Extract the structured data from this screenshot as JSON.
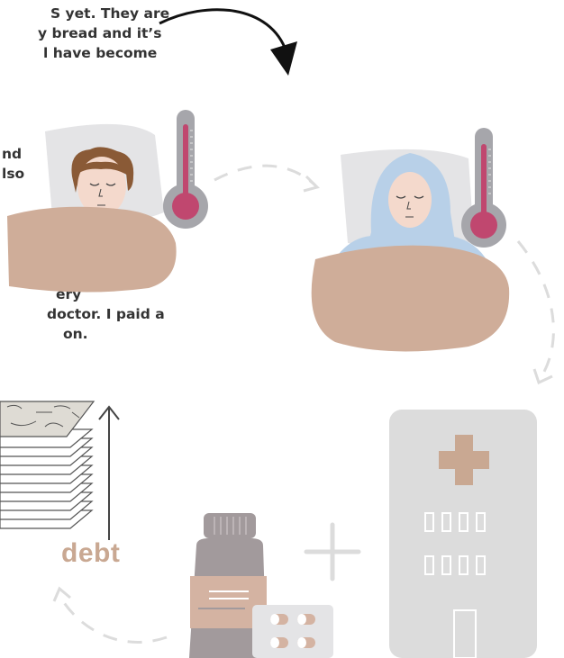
{
  "story": {
    "paragraph_1": [
      "S yet. They are",
      "y bread and it’s",
      "l have become"
    ],
    "paragraph_2": [
      "nd",
      "lso"
    ],
    "paragraph_3": [
      "ery",
      "doctor. I paid a",
      "on."
    ]
  },
  "labels": {
    "debt": "debt"
  },
  "colors": {
    "skin": "#f4d9cc",
    "blanket": "#cfad99",
    "pillow": "#e4e4e6",
    "hijab": "#b8d0e8",
    "hair": "#8a5a36",
    "thermometer_case": "#a6a6ab",
    "thermometer_fill": "#c0476f",
    "dashed_arrow": "#dcdcdc",
    "hospital": "#dcdcdc",
    "hospital_cross": "#c9a892",
    "debt_text": "#c9a892",
    "paper": "#dedbd4"
  },
  "icons": [
    "curved-arrow-icon",
    "thermometer-icon",
    "sick-man-illustration",
    "sick-woman-illustration",
    "dashed-cycle-arrow-icon",
    "hospital-icon",
    "medicine-bottle-icon",
    "pill-pack-icon",
    "plus-icon",
    "debt-stack-icon",
    "up-arrow-icon"
  ]
}
